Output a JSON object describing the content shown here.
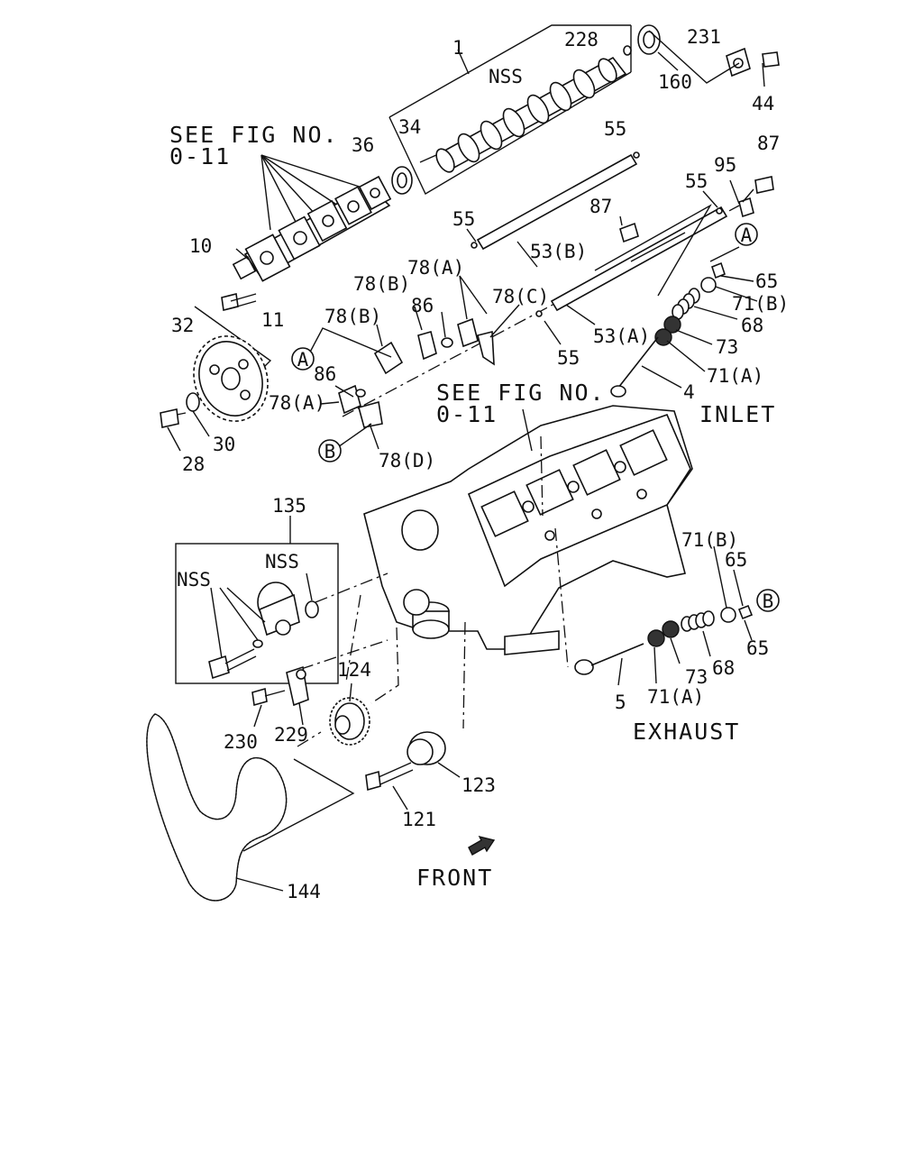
{
  "callouts": {
    "c1": "1",
    "c228": "228",
    "c231": "231",
    "c160": "160",
    "c44": "44",
    "nss_cam": "NSS",
    "c34": "34",
    "c36": "36",
    "c55a": "55",
    "c87a": "87",
    "c95": "95",
    "c55b": "55",
    "c55c": "55",
    "c87b": "87",
    "c10": "10",
    "c11": "11",
    "c53b": "53(B)",
    "c78a_top": "78(A)",
    "c78b_top": "78(B)",
    "c86_top": "86",
    "c78c": "78(C)",
    "c65_top": "65",
    "c71b_top": "71(B)",
    "c32": "32",
    "c78b_mid": "78(B)",
    "c68_top": "68",
    "c53a": "53(A)",
    "c73_top": "73",
    "c55d": "55",
    "c86_mid": "86",
    "c71a_top": "71(A)",
    "c4": "4",
    "c78a_mid": "78(A)",
    "c28": "28",
    "c30": "30",
    "c78d": "78(D)",
    "c135": "135",
    "c71b_bot": "71(B)",
    "nss_t1": "NSS",
    "c65_b1": "65",
    "nss_t2": "NSS",
    "c65_b2": "65",
    "c124": "124",
    "c68_bot": "68",
    "c73_bot": "73",
    "c5": "5",
    "c71a_bot": "71(A)",
    "c230": "230",
    "c229": "229",
    "c123": "123",
    "c121": "121",
    "c144": "144"
  },
  "captions": {
    "see_fig_1a": "SEE FIG NO.",
    "see_fig_1b": "0-11",
    "see_fig_2a": "SEE FIG NO.",
    "see_fig_2b": "0-11",
    "inlet": "INLET",
    "exhaust": "EXHAUST",
    "front": "FRONT"
  },
  "refs": {
    "a": "A",
    "b": "B"
  },
  "colors": {
    "ink": "#111111",
    "paper": "#ffffff"
  }
}
